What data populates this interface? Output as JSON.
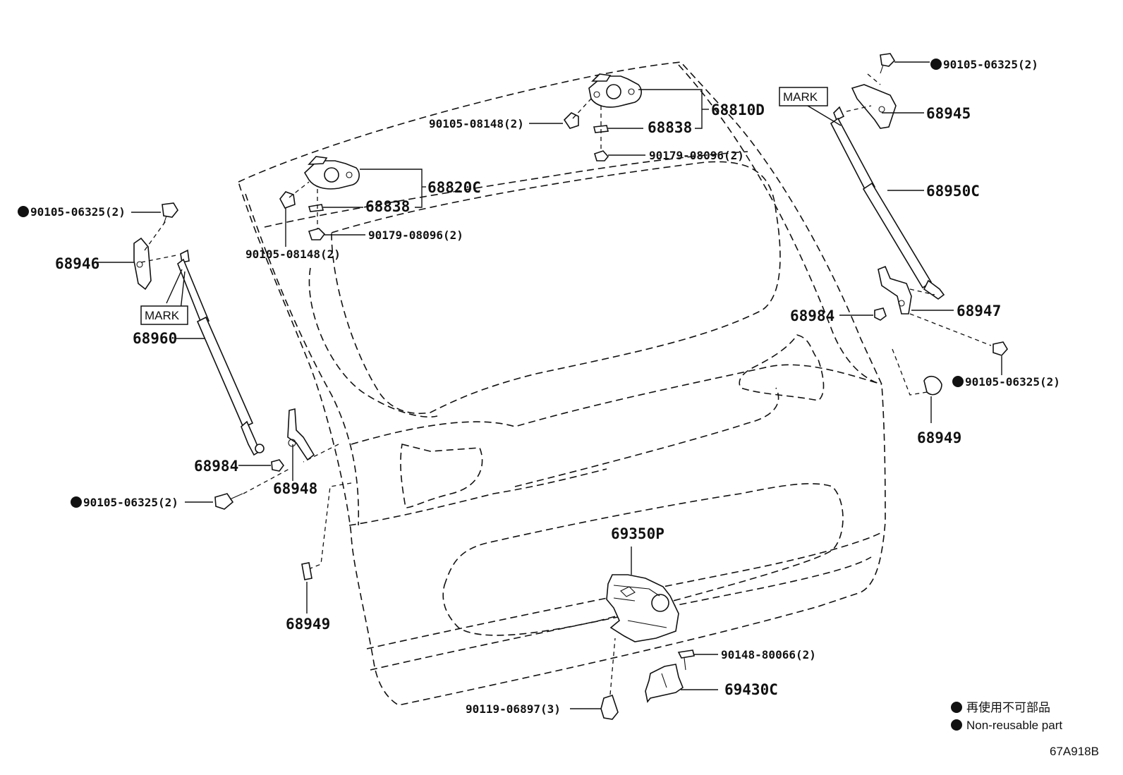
{
  "labels": {
    "p68810D": "68810D",
    "p68838_top": "68838",
    "p90105_08148_top": "90105-08148(2)",
    "p90179_08096_top": "90179-08096(2)",
    "p68820C": "68820C",
    "p68838_left": "68838",
    "p90179_08096_left": "90179-08096(2)",
    "p90105_08148_left": "90105-08148(2)",
    "p90105_06325_ul": "90105-06325(2)",
    "p68946": "68946",
    "mark_left": "MARK",
    "p68960": "68960",
    "p68984_left": "68984",
    "p68948": "68948",
    "p90105_06325_ll": "90105-06325(2)",
    "p68949_left": "68949",
    "p90105_06325_ur": "90105-06325(2)",
    "mark_right": "MARK",
    "p68945": "68945",
    "p68950C": "68950C",
    "p68984_right": "68984",
    "p68947": "68947",
    "p90105_06325_rr": "90105-06325(2)",
    "p68949_right": "68949",
    "p69350P": "69350P",
    "p90148_80066": "90148-80066(2)",
    "p69430C": "69430C",
    "p90119_06897": "90119-06897(3)"
  },
  "legend": {
    "japanese": "再使用不可部品",
    "english": "Non-reusable part"
  },
  "drawing_id": "67A918B"
}
